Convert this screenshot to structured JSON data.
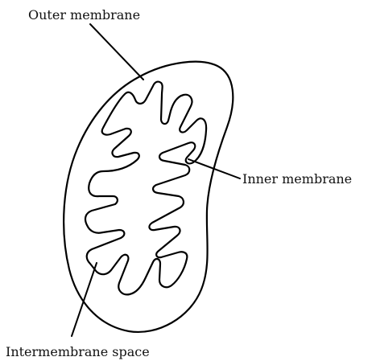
{
  "diagram": {
    "labels": {
      "outer_membrane": "Outer membrane",
      "inner_membrane": "Inner membrane",
      "intermembrane_space": "Intermembrane space"
    }
  }
}
